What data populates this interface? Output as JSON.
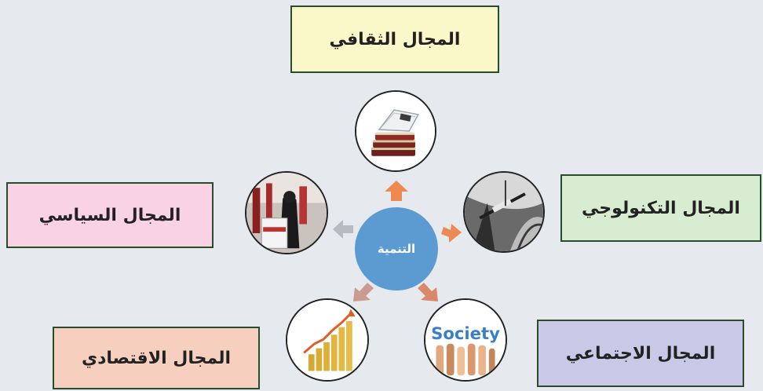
{
  "center": {
    "label": "التنمية"
  },
  "fields": {
    "cultural": {
      "label": "المجال الثقافي",
      "color": "#faf7c8"
    },
    "technological": {
      "label": "المجال التكنولوجي",
      "color": "#d8ecd2"
    },
    "political": {
      "label": "المجال السياسي",
      "color": "#f9d2e4"
    },
    "economic": {
      "label": "المجال الاقتصادي",
      "color": "#f6cfbe"
    },
    "social": {
      "label": "المجال الاجتماعي",
      "color": "#c9c9e7"
    }
  },
  "images": {
    "social_word": "Society"
  },
  "colors": {
    "background": "#e6eaef",
    "center": "#5c9bd2",
    "box_border": "#274e2c"
  }
}
